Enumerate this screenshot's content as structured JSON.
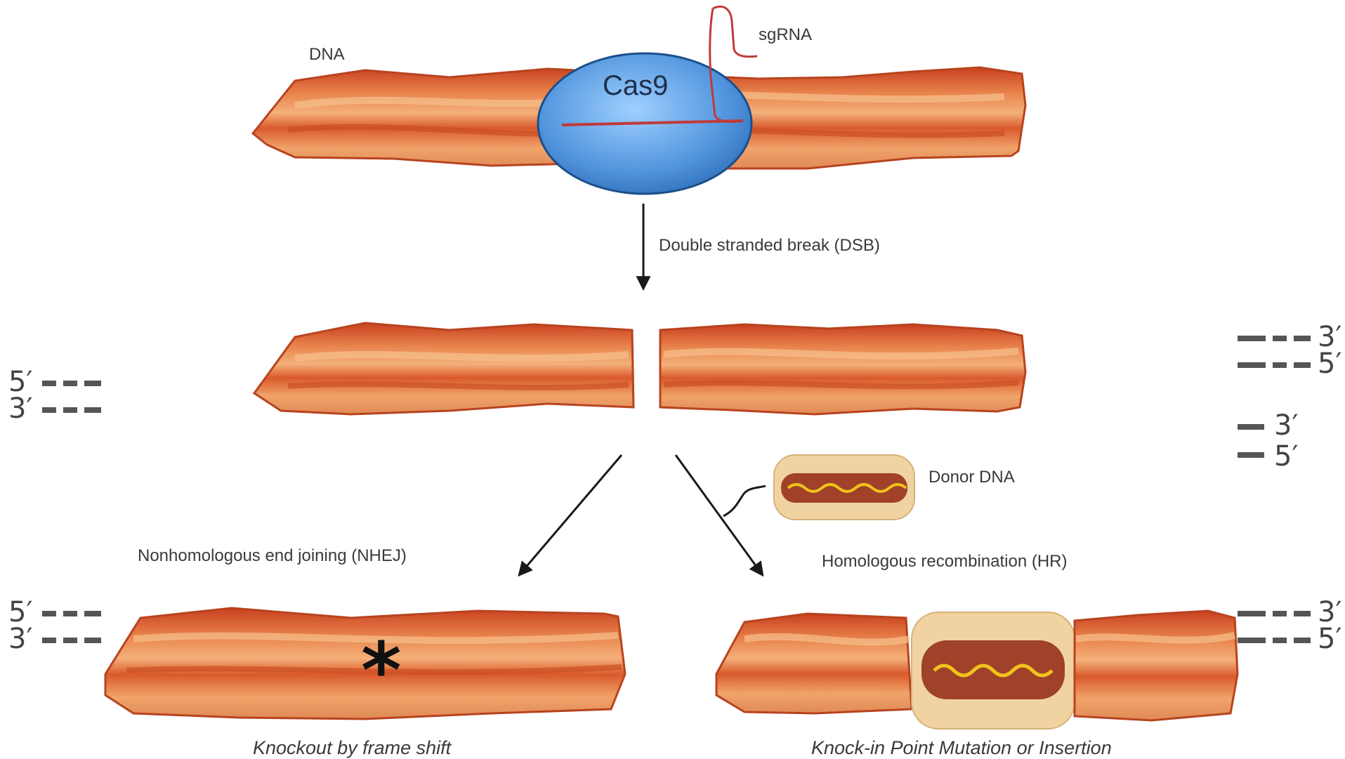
{
  "labels": {
    "dna": "DNA",
    "sgrna": "sgRNA",
    "cas9": "Cas9",
    "dsb": "Double stranded break (DSB)",
    "donor": "Donor DNA",
    "nhej": "Nonhomologous end joining (NHEJ)",
    "hr": "Homologous recombination (HR)",
    "knockout": "Knockout by frame shift",
    "knockin": "Knock-in Point Mutation or Insertion",
    "star": "*"
  },
  "strand_ends": {
    "five_prime": "5′",
    "three_prime": "3′"
  },
  "colors": {
    "bacon_fat": "#f2a36b",
    "bacon_meat": "#d9532a",
    "cas9_fill": "#5aa0e6",
    "cas9_stroke": "#1c4f8a",
    "sgrna_line": "#c03a3a",
    "bun": "#f0d3a0",
    "sausage": "#a0412a",
    "mustard": "#f2c21a"
  },
  "icons": [
    "bacon-strip",
    "cas9-ellipse",
    "hotdog-icon",
    "arrow-icon",
    "asterisk-icon"
  ]
}
